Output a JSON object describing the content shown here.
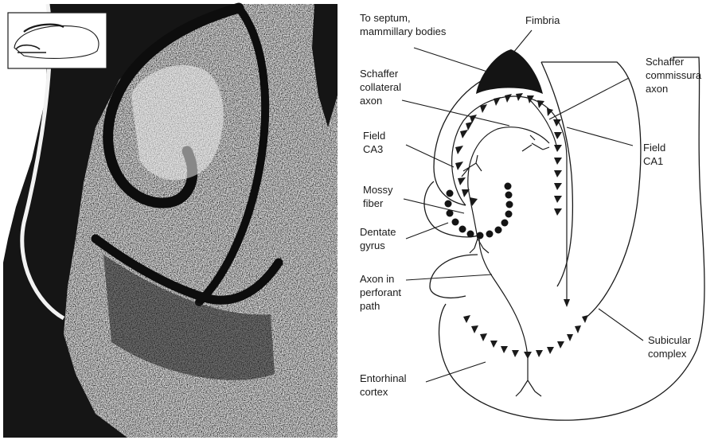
{
  "labels": {
    "to_septum_1": "To septum,",
    "to_septum_2": "mammillary bodies",
    "fimbria": "Fimbria",
    "schaffer_commissural_1": "Schaffer",
    "schaffer_commissural_2": "commissura",
    "schaffer_commissural_3": "axon",
    "schaffer_collateral_1": "Schaffer",
    "schaffer_collateral_2": "collateral",
    "schaffer_collateral_3": "axon",
    "field_ca3_1": "Field",
    "field_ca3_2": "CA3",
    "field_ca1_1": "Field",
    "field_ca1_2": "CA1",
    "mossy_fiber_1": "Mossy",
    "mossy_fiber_2": "fiber",
    "dentate_gyrus_1": "Dentate",
    "dentate_gyrus_2": "gyrus",
    "perforant_path_1": "Axon in",
    "perforant_path_2": "perforant",
    "perforant_path_3": "path",
    "subicular_complex_1": "Subicular",
    "subicular_complex_2": "complex",
    "entorhinal_cortex_1": "Entorhinal",
    "entorhinal_cortex_2": "cortex"
  },
  "colors": {
    "ink": "#1a1a1a",
    "background": "#ffffff",
    "stain_dark": "#141414"
  }
}
